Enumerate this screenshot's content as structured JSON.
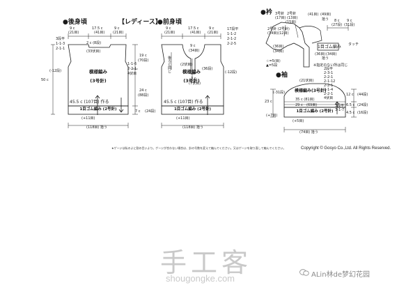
{
  "back": {
    "title": "●後身頃",
    "tag": "【レディース】",
    "shoulder_w": "9 c",
    "shoulder_st": "(21目)",
    "neck_w": "17.5 c",
    "neck_st": "(41目)",
    "neck_drop": "2 c (8段)",
    "neck_bind": "(33伏目)",
    "shoulder_rule": [
      "3段平",
      "1-1-3",
      "2-1-1"
    ],
    "armhole_h": "19 c",
    "armhole_rows": "(70段)",
    "arm_rule": [
      "1-1-6",
      "2-2-1",
      "4伏目"
    ],
    "body_h": "24 c",
    "body_rows": "(88段)",
    "rib_h": "7 c",
    "rib_rows": "(24段)",
    "total_h": "50 c",
    "total_rows": "(-12段)",
    "pattern": "模様編み",
    "needle": "(3号針)",
    "cast_on": "45.5 c (107目) 作る",
    "rib": "1目ゴム編み (2号針)",
    "inc": "(+11目)",
    "bottom": "(118目) 拾う"
  },
  "front": {
    "title": "●前身頃",
    "shoulder_w": "9 c",
    "shoulder_st": "(21目)",
    "neck_w": "17.5 c",
    "neck_st": "(41目)",
    "shoulder_rule": [
      "17段平",
      "1-1-2",
      "2-1-2",
      "2-2-5"
    ],
    "neck_mid_w": "9 c",
    "neck_mid_st": "(34目)",
    "slit_bind": "(2伏目)",
    "slit_rows": "(36段)",
    "slit_w": "3 c",
    "slit_st": "(7伏目)",
    "side_label": "後ろと同じ",
    "total_rows": "(-12段)",
    "pattern": "模様編み",
    "needle": "(3号針)",
    "cast_on": "45.5 c (107目) 作る",
    "rib": "1目ゴム編み (2号針)",
    "inc": "(+11目)",
    "bottom": "(118目) 拾う"
  },
  "collar": {
    "title": "●衿",
    "labels": [
      "3号針",
      "(17目)",
      "2号針",
      "(13目)",
      "(15目)",
      "(41目)",
      "(49目)",
      "拾う",
      "8 c",
      "(27段)",
      "9 c",
      "(31段)",
      "2号針 (2号針)",
      "(14目)(12目)",
      "(36目)",
      "(34目)",
      "1目ゴム編み",
      "(36目)",
      "(34目)",
      "拾う",
      "タッチ"
    ],
    "legend1": "☆=5(目)",
    "legend2": "▲=5段",
    "note": "※指定のない所は同じ"
  },
  "sleeve": {
    "title": "●袖",
    "top_label": "(21伏目)",
    "pattern": "模様編み",
    "needle": "(3号針)",
    "rule": [
      "2段平",
      "2-3-1",
      "2-2-1",
      "2-1-12",
      "2-2-1",
      "2-1-4",
      "2-2-1",
      "4伏目"
    ],
    "left_rows": "(-31段)",
    "width_label": "35 c (81目)",
    "rib_w": "29 c",
    "rib_st": "(69目)",
    "height": "23 c",
    "left_inc": "(+7目)",
    "rib": "1目ゴム編み (2号針)",
    "right_rule": [
      "3段平",
      "3-1-7"
    ],
    "dim1": "12 c",
    "dim1_rows": "(44段)",
    "dim2": "6.5 c",
    "dim2_rows": "(24段)",
    "dim3": "4.5 c",
    "dim3_rows": "(16段)",
    "inc": "(+5目)",
    "bottom": "(74目) 拾う"
  },
  "footnote": "★ゲージは私のよに割の目いより。ゲージが合わない場合は、針の号数を変えて編んでください。又はゲージを取り直して編んでください。",
  "copyright": "Copyright © Gosyo Co.,Ltd. All Rights Reserved.",
  "watermark": {
    "cn": "手工客",
    "url": "shougongke.com",
    "account": "ALin林de梦幻花园"
  }
}
